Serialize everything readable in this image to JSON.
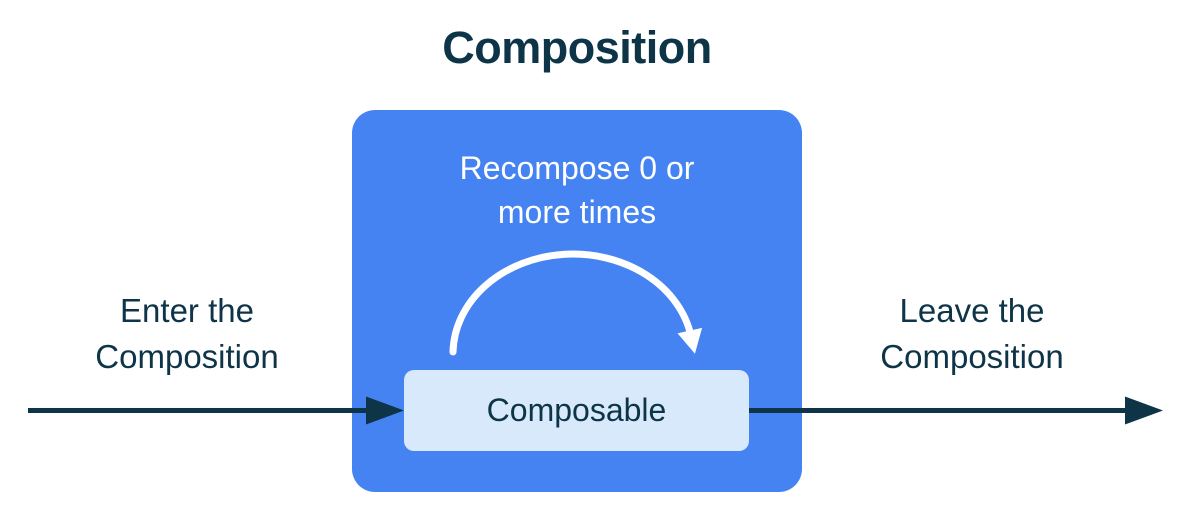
{
  "title": "Composition",
  "composition_box": {
    "recompose_label": {
      "line1": "Recompose 0 or",
      "line2": "more times"
    },
    "composable_label": "Composable"
  },
  "enter_label": {
    "line1": "Enter the",
    "line2": "Composition"
  },
  "leave_label": {
    "line1": "Leave the",
    "line2": "Composition"
  },
  "icons": {
    "enter_arrow": "right-arrow",
    "leave_arrow": "right-arrow",
    "recompose_loop": "clockwise-loop-arrow"
  },
  "colors": {
    "accent_blue": "#4583F2",
    "composable_bg": "#D7E9FB",
    "text_dark": "#0D3447",
    "loop_white": "#FFFFFF",
    "background": "#FFFFFF"
  }
}
